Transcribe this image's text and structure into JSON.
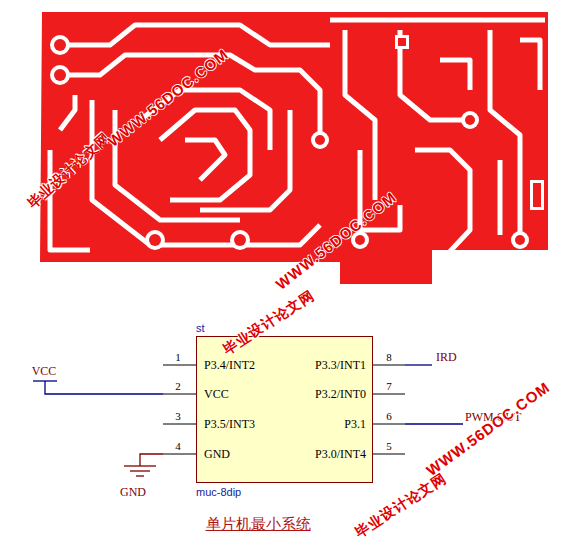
{
  "diagram": {
    "caption": "单片机最小系统",
    "nodes": [
      {
        "text": [
          "st",
          "P3.4/INT2",
          "VCC",
          "P3.5/INT3",
          "GND",
          "P3.3/INT1",
          "P3.2/INT0",
          "P3.1",
          "P3.0/INT4",
          "muc-8dip"
        ]
      }
    ],
    "labels": [
      "1",
      "2",
      "3",
      "4",
      "8",
      "7",
      "6",
      "5",
      "VCC",
      "GND",
      "IRD",
      "PWM OUT",
      "毕业设计论文网",
      "WWW.56DOC.COM",
      "WWW.56DOC.COM",
      "毕业设计论文网",
      "毕业设计论文网",
      "WWW.56DOC.COM"
    ]
  }
}
